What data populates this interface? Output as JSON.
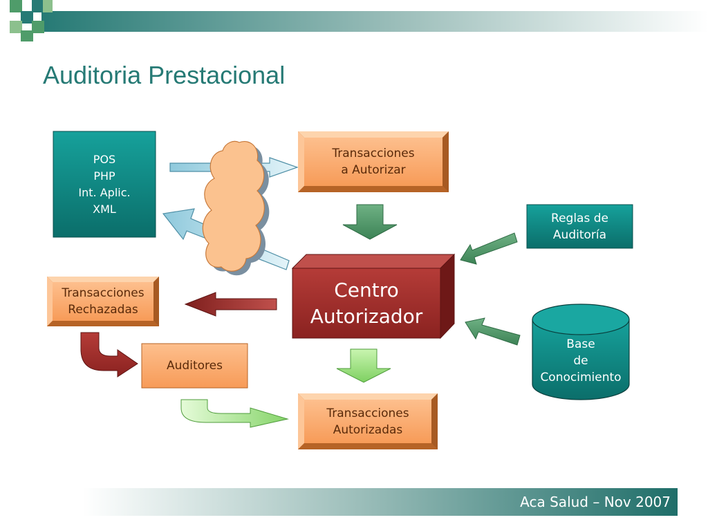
{
  "slide": {
    "title": "Auditoria Prestacional",
    "footer": "Aca Salud – Nov 2007"
  },
  "diagram": {
    "sources": "POS\nPHP\nInt. Aplic.\nXML",
    "to_authorize": "Transacciones\na Autorizar",
    "audit_rules": "Reglas de\nAuditoría",
    "authorizer_center": "Centro\nAutorizador",
    "rejected": "Transacciones\nRechazadas",
    "auditors": "Auditores",
    "knowledge_base": "Base\nde\nConocimiento",
    "authorized": "Transacciones\nAutorizadas"
  },
  "colors": {
    "teal": "#0f8a86",
    "orange": "#fba469",
    "dark_red": "#a3312e",
    "green_arrow": "#4f9c6a",
    "light_green_arrow": "#9be07d",
    "light_blue_arrow": "#bfe2ee",
    "cloud": "#fbc28f",
    "title": "#267a75"
  }
}
